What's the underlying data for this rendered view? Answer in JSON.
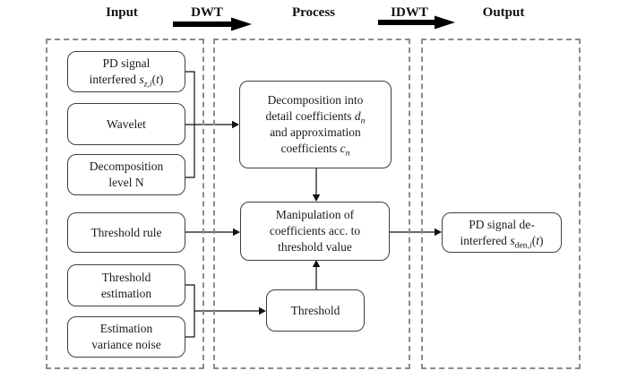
{
  "header": {
    "input": "Input",
    "dwt": "DWT",
    "process": "Process",
    "idwt": "IDWT",
    "output": "Output"
  },
  "input_column": {
    "pd_signal": {
      "line1": "PD signal",
      "line2_prefix": "interfered ",
      "formula": {
        "var": "s",
        "sub_italic": "z,i",
        "open": "(",
        "arg": "t",
        "close": ")"
      }
    },
    "wavelet": {
      "label": "Wavelet"
    },
    "decomposition_level": {
      "line1": "Decomposition",
      "line2": "level N"
    },
    "threshold_rule": {
      "label": "Threshold rule"
    },
    "threshold_estimation": {
      "line1": "Threshold",
      "line2": "estimation"
    },
    "estimation_variance": {
      "line1": "Estimation",
      "line2": "variance noise"
    }
  },
  "process_column": {
    "decomposition": {
      "line1": "Decomposition into",
      "line2_prefix": "detail coefficients ",
      "line2_var": "d",
      "line2_sub": "n",
      "line3": "and approximation",
      "line4_prefix": "coefficients ",
      "line4_var": "c",
      "line4_sub": "n"
    },
    "manipulation": {
      "line1": "Manipulation of",
      "line2": "coefficients acc. to",
      "line3": "threshold value"
    },
    "threshold": {
      "label": "Threshold"
    }
  },
  "output_column": {
    "pd_signal_denoised": {
      "line1": "PD signal de-",
      "line2_prefix": "interfered ",
      "formula": {
        "var": "s",
        "sub_roman": "den",
        "sub_italic": ",i",
        "open": "(",
        "arg": "t",
        "close": ")"
      }
    }
  },
  "colors": {
    "box_border": "#3f3f3f",
    "dashed_border": "#8c8c8c",
    "connector": "#111111",
    "text": "#1a1a1a",
    "background": "#ffffff"
  }
}
